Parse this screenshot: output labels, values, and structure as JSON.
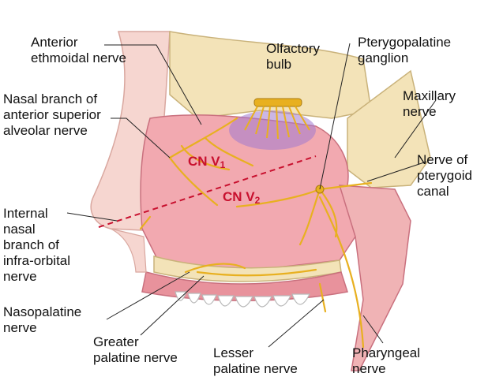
{
  "labels": {
    "anterior_ethmoidal": [
      "Anterior",
      "ethmoidal nerve"
    ],
    "olfactory_bulb": [
      "Olfactory",
      "bulb"
    ],
    "pterygopalatine_ganglion": [
      "Pterygopalatine",
      "ganglion"
    ],
    "nasal_branch": [
      "Nasal branch of",
      "anterior superior",
      "alveolar nerve"
    ],
    "maxillary_nerve": [
      "Maxillary",
      "nerve"
    ],
    "nerve_of_pterygoid_canal": [
      "Nerve of",
      "pterygoid",
      "canal"
    ],
    "internal_nasal_branch": [
      "Internal",
      "nasal",
      "branch of",
      "infra-orbital",
      "nerve"
    ],
    "nasopalatine": [
      "Nasopalatine",
      "nerve"
    ],
    "greater_palatine": [
      "Greater",
      "palatine nerve"
    ],
    "lesser_palatine": [
      "Lesser",
      "palatine nerve"
    ],
    "pharyngeal": [
      "Pharyngeal",
      "nerve"
    ]
  },
  "divisions": {
    "v1": {
      "text": "CN V",
      "sub": "1"
    },
    "v2": {
      "text": "CN V",
      "sub": "2"
    }
  },
  "colors": {
    "nerve": "#e8b020",
    "nerve_outline": "#a87a10",
    "mucosa": "#f2a9b0",
    "mucosa_dark": "#e28a96",
    "bone": "#f3e3b8",
    "bone_edge": "#c9b27a",
    "skin": "#f6d6d0",
    "division_line": "#c8102e",
    "olfactory_purple": "#a07ad0",
    "leader": "#222222"
  }
}
